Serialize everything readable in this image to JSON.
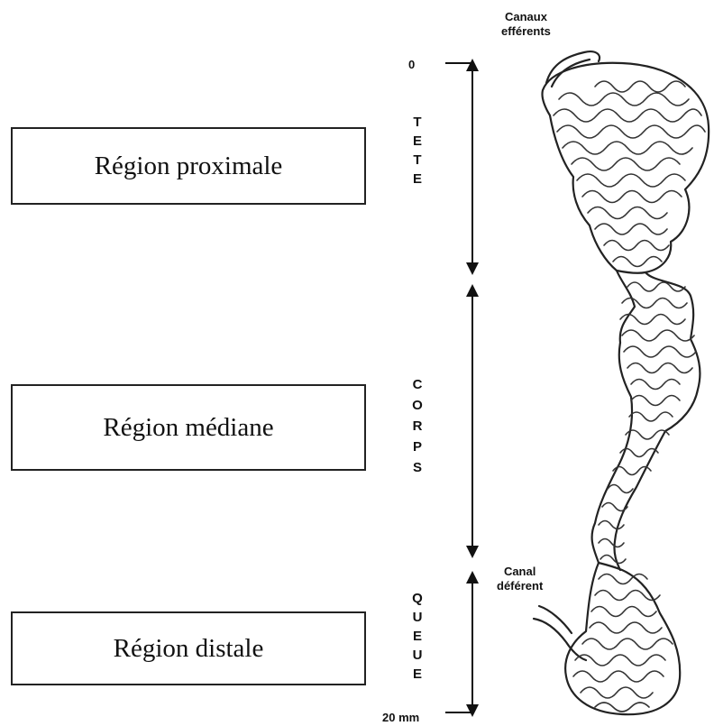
{
  "regions": {
    "proximal": "Région proximale",
    "median": "Région médiane",
    "distal": "Région distale"
  },
  "segments": {
    "tete": [
      "T",
      "E",
      "T",
      "E"
    ],
    "corps": [
      "C",
      "O",
      "R",
      "P",
      "S"
    ],
    "queue": [
      "Q",
      "U",
      "E",
      "U",
      "E"
    ]
  },
  "scale": {
    "start": "0",
    "end": "20 mm"
  },
  "annotations": {
    "efferents_line1": "Canaux",
    "efferents_line2": "efférents",
    "deferent_line1": "Canal",
    "deferent_line2": "déférent"
  }
}
